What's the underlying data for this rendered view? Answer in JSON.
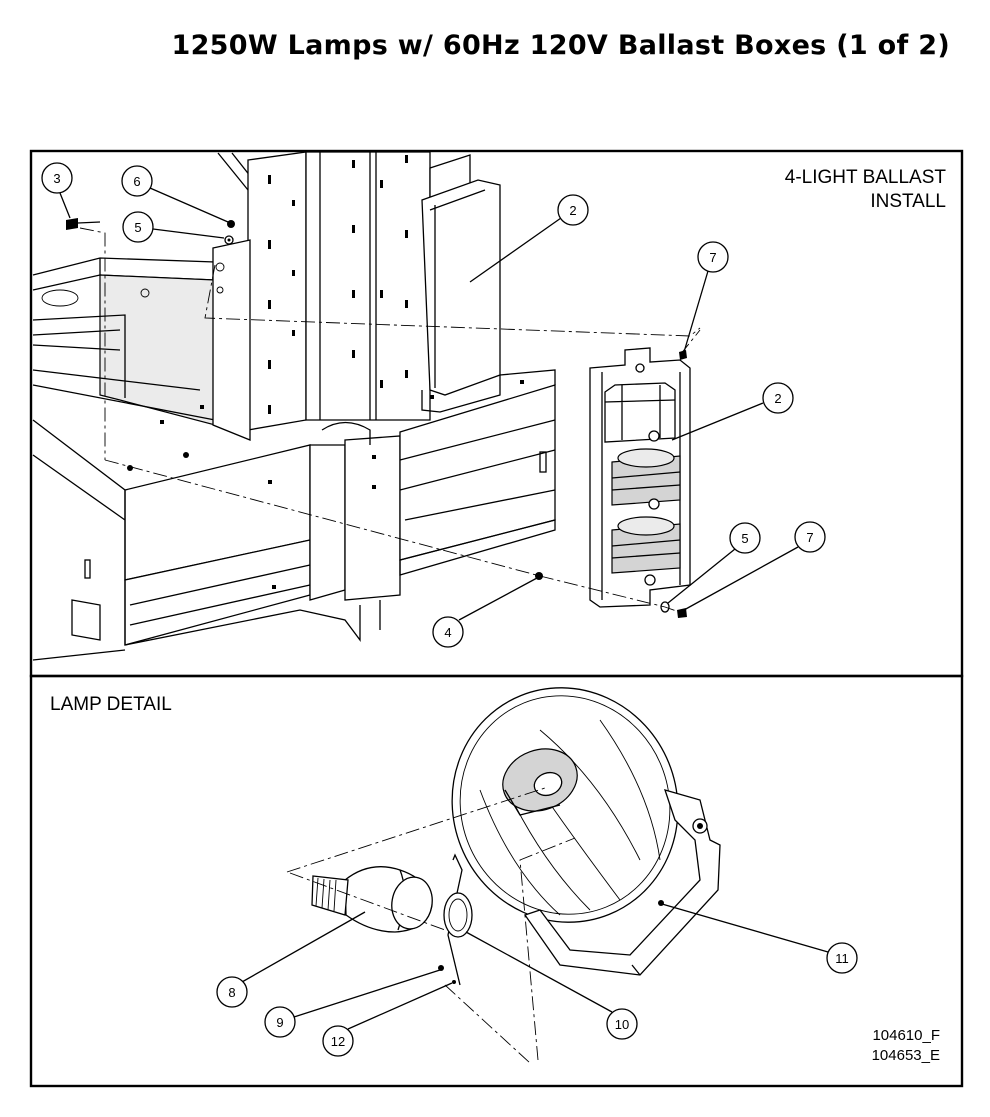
{
  "title": "1250W Lamps w/ 60Hz 120V Ballast Boxes (1 of 2)",
  "panels": {
    "ballast": {
      "label_line1": "4-LIGHT BALLAST",
      "label_line2": "INSTALL"
    },
    "lamp": {
      "label": "LAMP DETAIL"
    }
  },
  "callouts": [
    "3",
    "6",
    "5",
    "2",
    "7",
    "2",
    "5",
    "7",
    "4",
    "11",
    "8",
    "10",
    "9",
    "12"
  ],
  "doc_numbers": [
    "104610_F",
    "104653_E"
  ]
}
